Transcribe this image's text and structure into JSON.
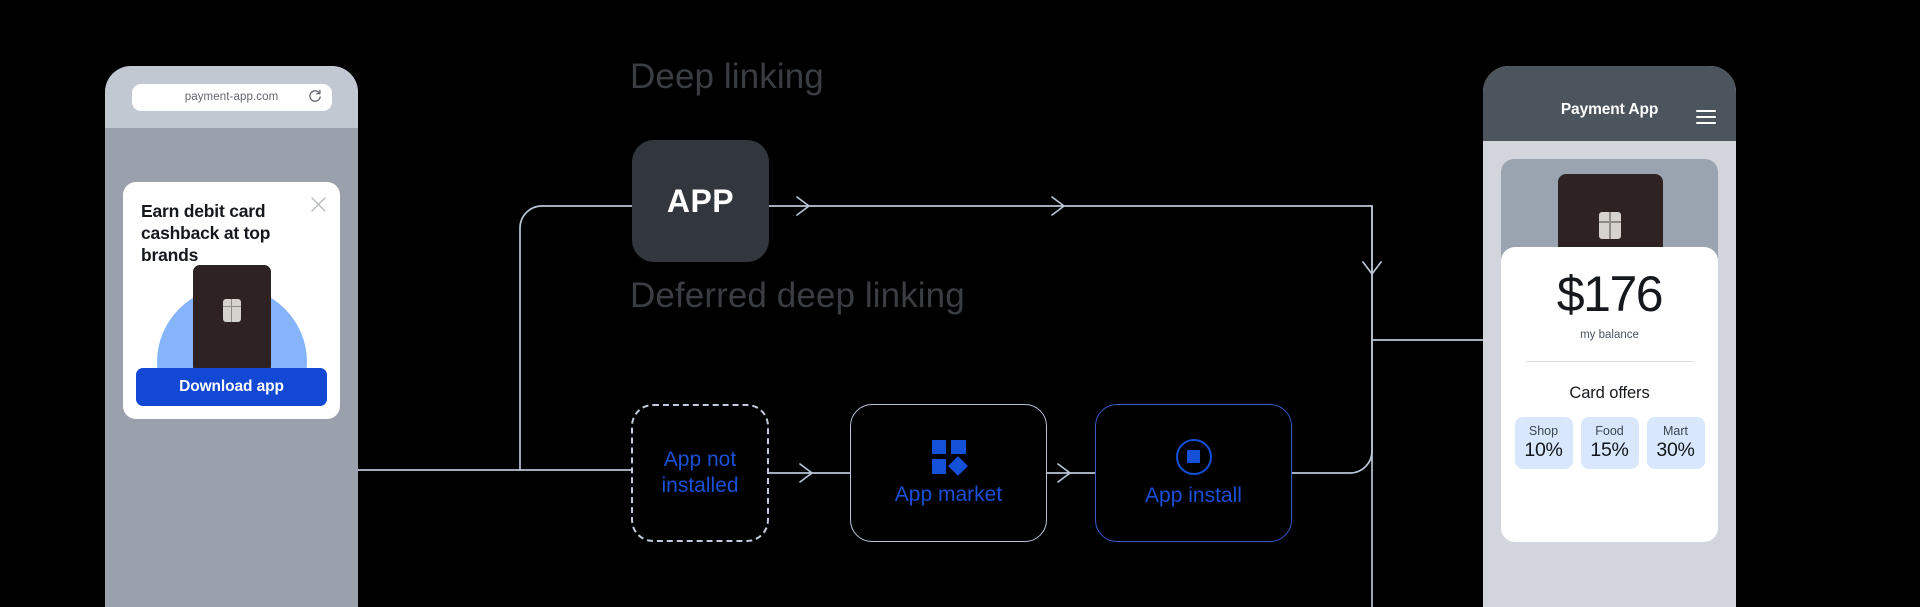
{
  "background": "#000000",
  "accent_blue": "#1450d8",
  "wire_color": "#b9c4d6",
  "diagram": {
    "sections": [
      {
        "label": "Deep linking"
      },
      {
        "label": "Deferred deep linking"
      }
    ],
    "app_box": {
      "label": "APP"
    },
    "nodes": [
      {
        "label": "App not installed",
        "icon": null,
        "style": "dashed"
      },
      {
        "label": "App market",
        "icon": "app-market-grid-icon",
        "style": "solid"
      },
      {
        "label": "App install",
        "icon": "app-install-circle-icon",
        "style": "solid-blue"
      }
    ]
  },
  "left_phone": {
    "browser": {
      "url": "payment-app.com",
      "reload_icon": "reload-icon"
    },
    "promo": {
      "title": "Earn debit card cashback at top brands",
      "close_icon": "close-icon",
      "artwork_icon": "debit-card-illustration",
      "cta_label": "Download app"
    }
  },
  "right_phone": {
    "header": {
      "title": "Payment App",
      "menu_icon": "hamburger-menu-icon"
    },
    "card_icon": "debit-card-image",
    "balance": {
      "amount": "$176",
      "caption": "my balance"
    },
    "offers": {
      "title": "Card offers",
      "items": [
        {
          "name": "Shop",
          "percent": "10%"
        },
        {
          "name": "Food",
          "percent": "15%"
        },
        {
          "name": "Mart",
          "percent": "30%"
        }
      ]
    }
  }
}
